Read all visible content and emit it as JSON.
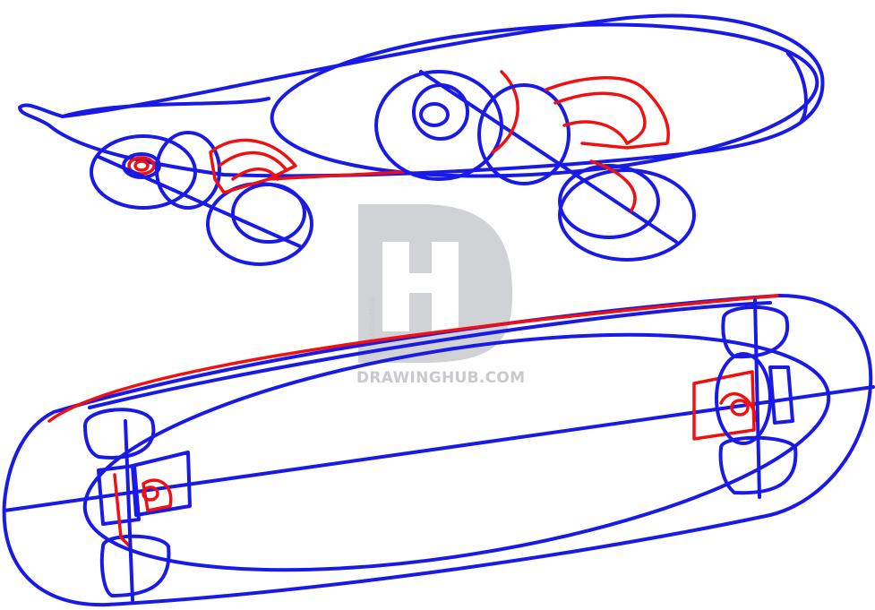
{
  "watermark": {
    "logo_letters": "DH",
    "site": "DRAWINGHUB.COM",
    "author": "© DARKONATOR",
    "color": "#c8cacf"
  },
  "colors": {
    "construction_lines": "#1a1ae6",
    "new_lines": "#f01010"
  }
}
